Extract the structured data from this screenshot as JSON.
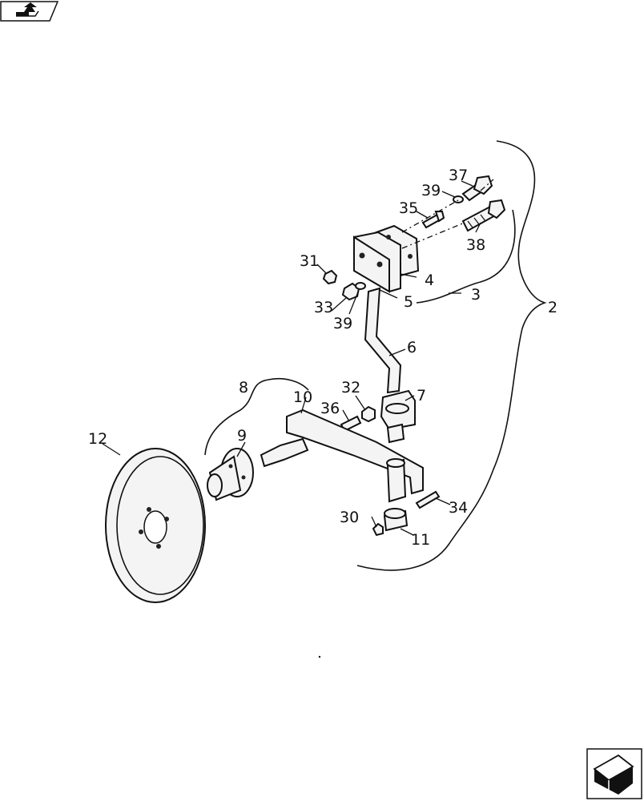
{
  "diagram": {
    "callouts": [
      "2",
      "3",
      "4",
      "5",
      "6",
      "7",
      "8",
      "9",
      "10",
      "11",
      "12",
      "30",
      "31",
      "32",
      "33",
      "34",
      "35",
      "36",
      "37",
      "38",
      "39",
      "39"
    ]
  },
  "icons": {
    "top_left": "previous-page-arrow-icon",
    "bottom_right": "next-page-arrow-icon"
  }
}
